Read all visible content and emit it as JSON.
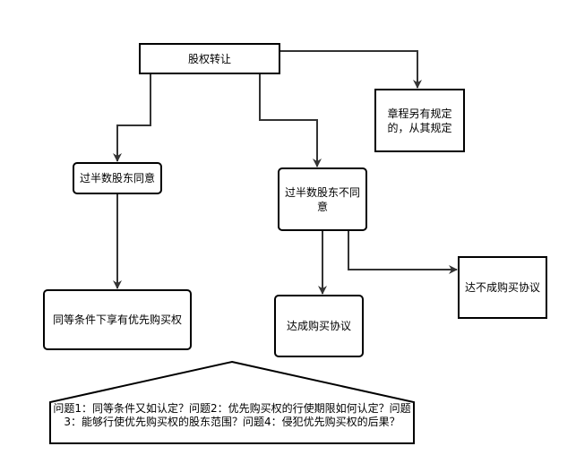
{
  "nodes": {
    "root": "股权转让",
    "charter": "章程另有规定的，从其规定",
    "majority_agree": "过半数股东同意",
    "majority_disagree": "过半数股东不同意",
    "preemptive": "同等条件下享有优先购买权",
    "agreement_reached": "达成购买协议",
    "agreement_failed": "达不成购买协议"
  },
  "questions": "问题1：同等条件又如认定？问题2：优先购买权的行使期限如何认定？问题3：能够行使优先购买权的股东范围？问题4：侵犯优先购买权的后果？"
}
